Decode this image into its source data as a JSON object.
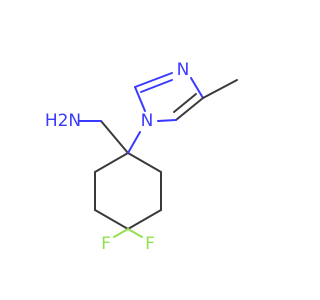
{
  "molecule": {
    "colors": {
      "carbon_bond": "#3a3a3a",
      "nitrogen": "#3a3aff",
      "fluorine": "#90e050",
      "background": "#ffffff"
    },
    "atoms": {
      "amine_n": "N",
      "amine_h2": "H2N",
      "imidazole_n1": "N",
      "imidazole_n3": "N",
      "fluorine_1": "F",
      "fluorine_2": "F"
    }
  }
}
